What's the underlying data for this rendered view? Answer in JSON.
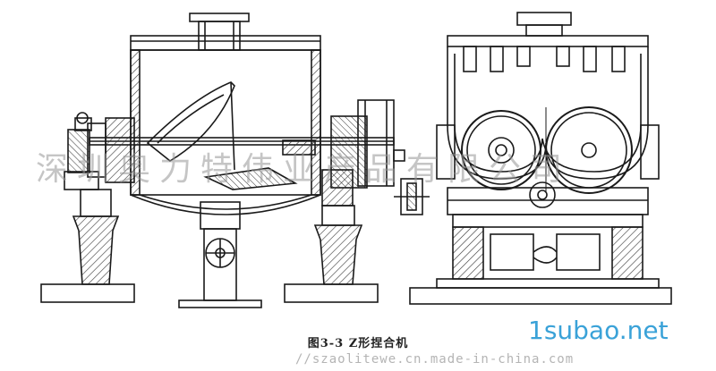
{
  "figure": {
    "caption": "图3-3  Z形捏合机"
  },
  "watermarks": {
    "company": "深圳奥力特伟业产品有限公司",
    "site_url": "//szaolitewe.cn.made-in-china.com",
    "brand": "1subao.net"
  },
  "colors": {
    "line": "#1a1a1a",
    "hatch": "#333333",
    "brand": "#3aa2d8"
  }
}
